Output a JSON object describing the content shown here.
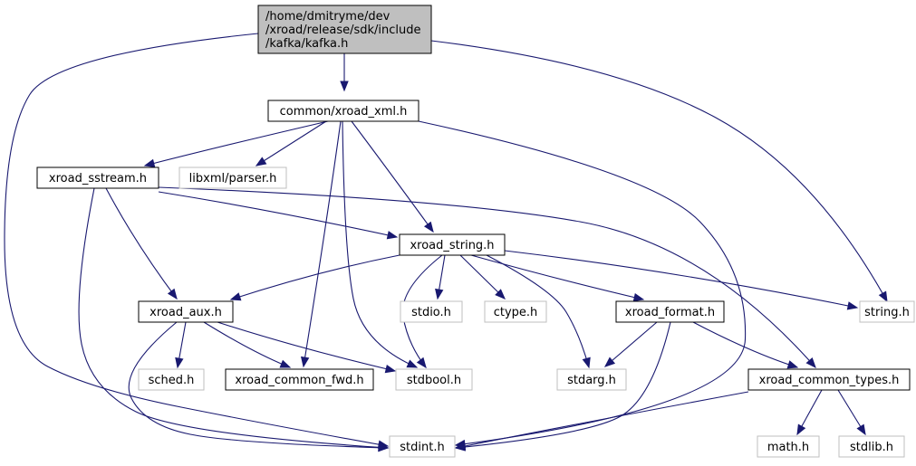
{
  "colors": {
    "edge": "#191970",
    "root_fill": "#bfbfbf",
    "node_border": "#000000",
    "external_border": "#bfbfbf",
    "background": "#ffffff"
  },
  "nodes": [
    {
      "id": "root",
      "kind": "root",
      "lines": [
        "/home/dmitryme/dev",
        "/xroad/release/sdk/include",
        "/kafka/kafka.h"
      ]
    },
    {
      "id": "common_xroad_xml",
      "kind": "local",
      "lines": [
        "common/xroad_xml.h"
      ]
    },
    {
      "id": "xroad_sstream",
      "kind": "local",
      "lines": [
        "xroad_sstream.h"
      ]
    },
    {
      "id": "libxml_parser",
      "kind": "external",
      "lines": [
        "libxml/parser.h"
      ]
    },
    {
      "id": "xroad_string",
      "kind": "local",
      "lines": [
        "xroad_string.h"
      ]
    },
    {
      "id": "xroad_aux",
      "kind": "local",
      "lines": [
        "xroad_aux.h"
      ]
    },
    {
      "id": "stdio",
      "kind": "external",
      "lines": [
        "stdio.h"
      ]
    },
    {
      "id": "ctype",
      "kind": "external",
      "lines": [
        "ctype.h"
      ]
    },
    {
      "id": "xroad_format",
      "kind": "local",
      "lines": [
        "xroad_format.h"
      ]
    },
    {
      "id": "string",
      "kind": "external",
      "lines": [
        "string.h"
      ]
    },
    {
      "id": "sched",
      "kind": "external",
      "lines": [
        "sched.h"
      ]
    },
    {
      "id": "xroad_common_fwd",
      "kind": "local",
      "lines": [
        "xroad_common_fwd.h"
      ]
    },
    {
      "id": "stdbool",
      "kind": "external",
      "lines": [
        "stdbool.h"
      ]
    },
    {
      "id": "stdarg",
      "kind": "external",
      "lines": [
        "stdarg.h"
      ]
    },
    {
      "id": "xroad_common_types",
      "kind": "local",
      "lines": [
        "xroad_common_types.h"
      ]
    },
    {
      "id": "stdint",
      "kind": "external",
      "lines": [
        "stdint.h"
      ]
    },
    {
      "id": "math",
      "kind": "external",
      "lines": [
        "math.h"
      ]
    },
    {
      "id": "stdlib",
      "kind": "external",
      "lines": [
        "stdlib.h"
      ]
    }
  ],
  "edges": [
    {
      "from": "root",
      "to": "common_xroad_xml"
    },
    {
      "from": "root",
      "to": "string"
    },
    {
      "from": "root",
      "to": "stdint"
    },
    {
      "from": "common_xroad_xml",
      "to": "xroad_sstream"
    },
    {
      "from": "common_xroad_xml",
      "to": "libxml_parser"
    },
    {
      "from": "common_xroad_xml",
      "to": "xroad_string"
    },
    {
      "from": "common_xroad_xml",
      "to": "xroad_common_fwd"
    },
    {
      "from": "common_xroad_xml",
      "to": "stdbool"
    },
    {
      "from": "common_xroad_xml",
      "to": "stdint"
    },
    {
      "from": "xroad_sstream",
      "to": "xroad_string"
    },
    {
      "from": "xroad_sstream",
      "to": "xroad_aux"
    },
    {
      "from": "xroad_sstream",
      "to": "xroad_common_types"
    },
    {
      "from": "xroad_sstream",
      "to": "stdint"
    },
    {
      "from": "xroad_string",
      "to": "xroad_aux"
    },
    {
      "from": "xroad_string",
      "to": "stdio"
    },
    {
      "from": "xroad_string",
      "to": "ctype"
    },
    {
      "from": "xroad_string",
      "to": "xroad_format"
    },
    {
      "from": "xroad_string",
      "to": "string"
    },
    {
      "from": "xroad_string",
      "to": "stdbool"
    },
    {
      "from": "xroad_string",
      "to": "stdarg"
    },
    {
      "from": "xroad_aux",
      "to": "sched"
    },
    {
      "from": "xroad_aux",
      "to": "xroad_common_fwd"
    },
    {
      "from": "xroad_aux",
      "to": "stdbool"
    },
    {
      "from": "xroad_aux",
      "to": "stdint"
    },
    {
      "from": "xroad_format",
      "to": "stdarg"
    },
    {
      "from": "xroad_format",
      "to": "xroad_common_types"
    },
    {
      "from": "xroad_format",
      "to": "stdint"
    },
    {
      "from": "xroad_common_types",
      "to": "stdint"
    },
    {
      "from": "xroad_common_types",
      "to": "math"
    },
    {
      "from": "xroad_common_types",
      "to": "stdlib"
    }
  ]
}
